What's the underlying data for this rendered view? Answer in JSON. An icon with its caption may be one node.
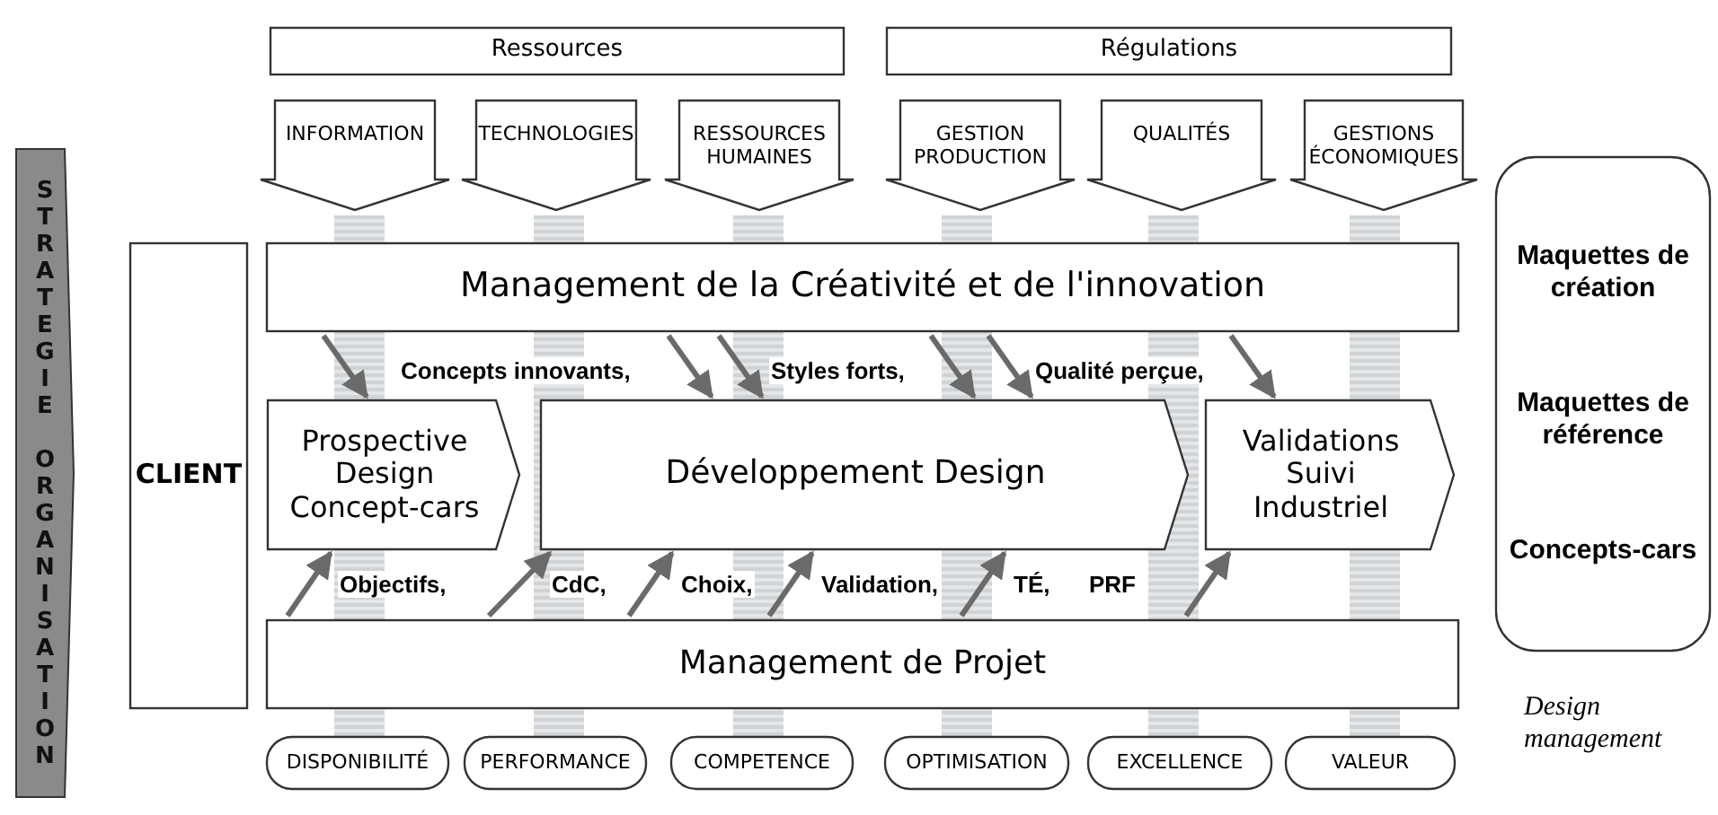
{
  "diagram": {
    "caption": "Design management",
    "nodes": [
      {
        "text": [
          "Ressources"
        ]
      },
      {
        "text": [
          "Régulations"
        ]
      },
      {
        "text": [
          "INFORMATION"
        ]
      },
      {
        "text": [
          "TECHNOLOGIES"
        ]
      },
      {
        "text": [
          "RESSOURCES HUMAINES"
        ]
      },
      {
        "text": [
          "GESTION PRODUCTION"
        ]
      },
      {
        "text": [
          "QUALITÉS"
        ]
      },
      {
        "text": [
          "GESTIONS ÉCONOMIQUES"
        ]
      },
      {
        "text": [
          "STRATEGIE ORGANISATION"
        ]
      },
      {
        "text": [
          "CLIENT"
        ]
      },
      {
        "text": [
          "Management de la Créativité et de l'innovation"
        ]
      },
      {
        "text": [
          "Prospective Design Concept-cars"
        ]
      },
      {
        "text": [
          "Développement Design"
        ]
      },
      {
        "text": [
          "Validations Suivi Industriel"
        ]
      },
      {
        "text": [
          "Management de Projet"
        ]
      },
      {
        "text": [
          "DISPONIBILITÉ"
        ]
      },
      {
        "text": [
          "PERFORMANCE"
        ]
      },
      {
        "text": [
          "COMPETENCE"
        ]
      },
      {
        "text": [
          "OPTIMISATION"
        ]
      },
      {
        "text": [
          "EXCELLENCE"
        ]
      },
      {
        "text": [
          "VALEUR"
        ]
      },
      {
        "text": [
          "Maquettes de création",
          "Maquettes de référence",
          "Concepts-cars"
        ]
      }
    ],
    "edges": [
      {
        "from": 10,
        "to": 11,
        "arrow": "to"
      },
      {
        "from": 10,
        "to": 12,
        "arrow": "to"
      },
      {
        "from": 10,
        "to": 12,
        "arrow": "to"
      },
      {
        "from": 10,
        "to": 12,
        "arrow": "to"
      },
      {
        "from": 10,
        "to": 12,
        "arrow": "to"
      },
      {
        "from": 10,
        "to": 13,
        "arrow": "to"
      },
      {
        "from": 14,
        "to": 11,
        "arrow": "to"
      },
      {
        "from": 14,
        "to": 12,
        "arrow": "to"
      },
      {
        "from": 14,
        "to": 12,
        "arrow": "to"
      },
      {
        "from": 14,
        "to": 12,
        "arrow": "to"
      },
      {
        "from": 14,
        "to": 12,
        "arrow": "to"
      },
      {
        "from": 14,
        "to": 13,
        "arrow": "to"
      }
    ],
    "labels": [
      "Concepts innovants,",
      "Styles forts,",
      "Qualité perçue,",
      "Objectifs,",
      "CdC,",
      "Choix,",
      "Validation,",
      "TÉ,",
      "PRF"
    ]
  }
}
